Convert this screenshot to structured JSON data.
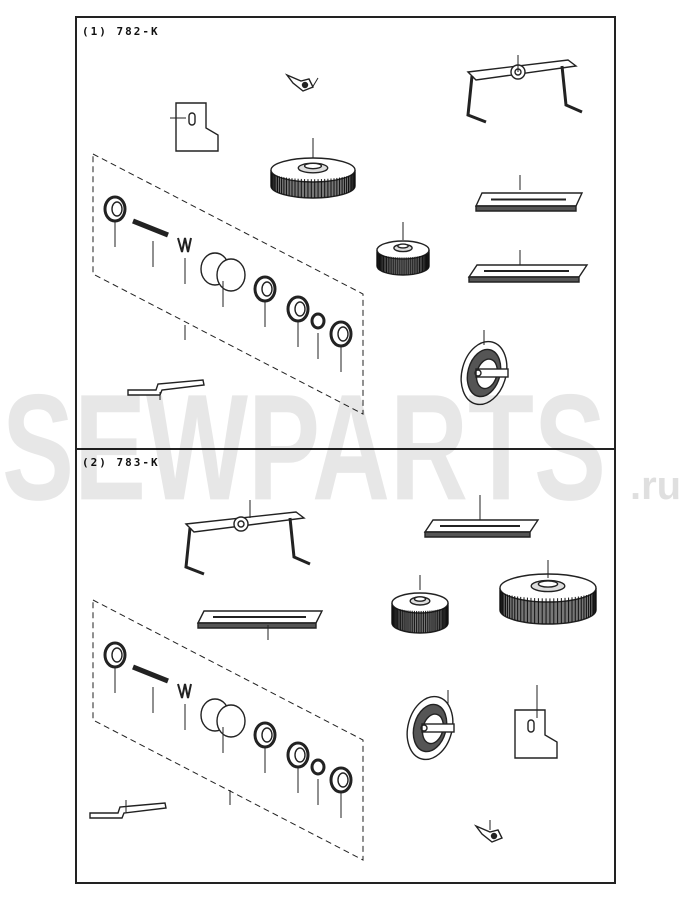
{
  "sections": [
    {
      "label": "(1)  782-K"
    },
    {
      "label": "(2)  783-K"
    }
  ],
  "watermark": {
    "main": "SEWPARTS",
    "suffix": ".ru"
  }
}
